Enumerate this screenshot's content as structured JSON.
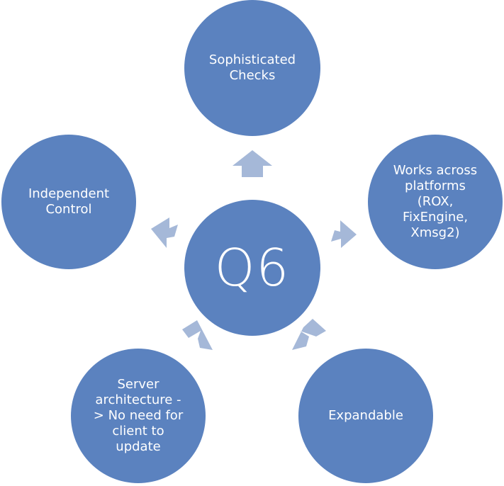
{
  "diagram": {
    "center": {
      "label": "Q6"
    },
    "nodes": [
      {
        "label": "Sophisticated\nChecks"
      },
      {
        "label": "Works across\nplatforms\n(ROX,\nFixEngine,\nXmsg2)"
      },
      {
        "label": "Expandable"
      },
      {
        "label": "Server\narchitecture -\n> No need for\nclient to\nupdate"
      },
      {
        "label": "Independent\nControl"
      }
    ],
    "colors": {
      "node_fill": "#5b82bf",
      "arrow_fill": "#a5b8d8",
      "text": "#ffffff"
    }
  }
}
